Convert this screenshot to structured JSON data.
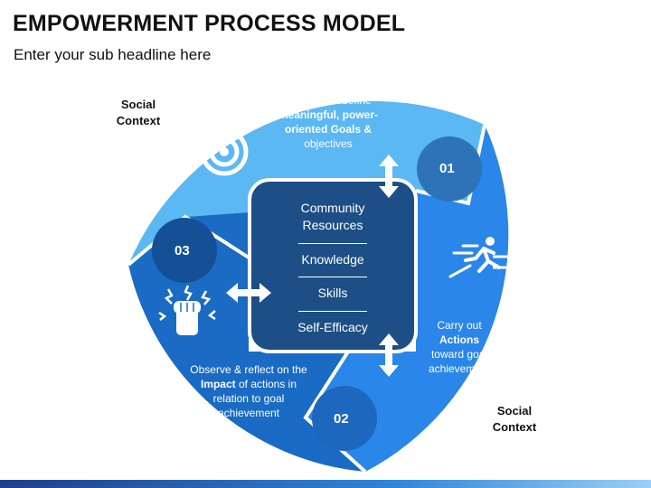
{
  "title": "EMPOWERMENT PROCESS MODEL",
  "subtitle": "Enter your sub headline here",
  "context_labels": {
    "top_left": {
      "line1": "Social",
      "line2": "Context"
    },
    "bottom_right": {
      "line1": "Social",
      "line2": "Context"
    }
  },
  "segments": [
    {
      "number": "01",
      "icon": "target-icon",
      "text_pre": "Define or redefine",
      "text_bold": "meaningful, power-oriented Goals &",
      "text_post": "objectives",
      "color": "#5bb8f2"
    },
    {
      "number": "02",
      "icon": "runner-icon",
      "text_pre": "Carry out",
      "text_bold": "Actions",
      "text_post": "toward goal achievement",
      "color": "#2a86e8"
    },
    {
      "number": "03",
      "icon": "fist-icon",
      "text_pre": "Observe & reflect on the",
      "text_bold": "Impact",
      "text_post": "of actions in relation to goal achievement",
      "color": "#1a6bc4"
    }
  ],
  "core": {
    "items": [
      "Community Resources",
      "Knowledge",
      "Skills",
      "Self-Efficacy"
    ],
    "color": "#1d4f86"
  },
  "colors": {
    "light_blue": "#5bb8f2",
    "mid_blue": "#2a86e8",
    "deep_blue": "#1a6bc4",
    "core_navy": "#1d4f86",
    "number_circle": "#2e73b8"
  }
}
